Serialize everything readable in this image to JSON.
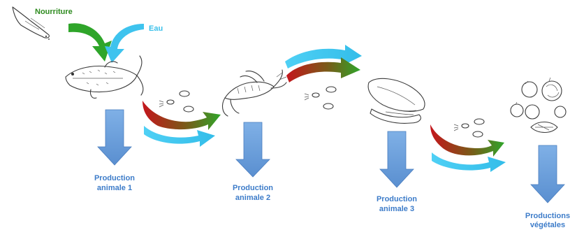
{
  "inputs": {
    "food_label": "Nourriture",
    "water_label": "Eau"
  },
  "stages": [
    {
      "organism": "fish-icon",
      "label_line1": "Production",
      "label_line2": "animale 1"
    },
    {
      "organism": "crayfish-icon",
      "label_line1": "Production",
      "label_line2": "animale 2"
    },
    {
      "organism": "mussel-icon",
      "label_line1": "Production",
      "label_line2": "animale 3"
    },
    {
      "organism": "vegetables-icon",
      "label_line1": "Productions",
      "label_line2": "végétales"
    }
  ],
  "colors": {
    "food_arrow": "#2fa52a",
    "water_arrow": "#3ec3ee",
    "waste_arrow_start": "#c4161c",
    "waste_arrow_end": "#2fa52a",
    "production_arrow": "#6b9bd6",
    "label_text": "#3d7cc9"
  }
}
